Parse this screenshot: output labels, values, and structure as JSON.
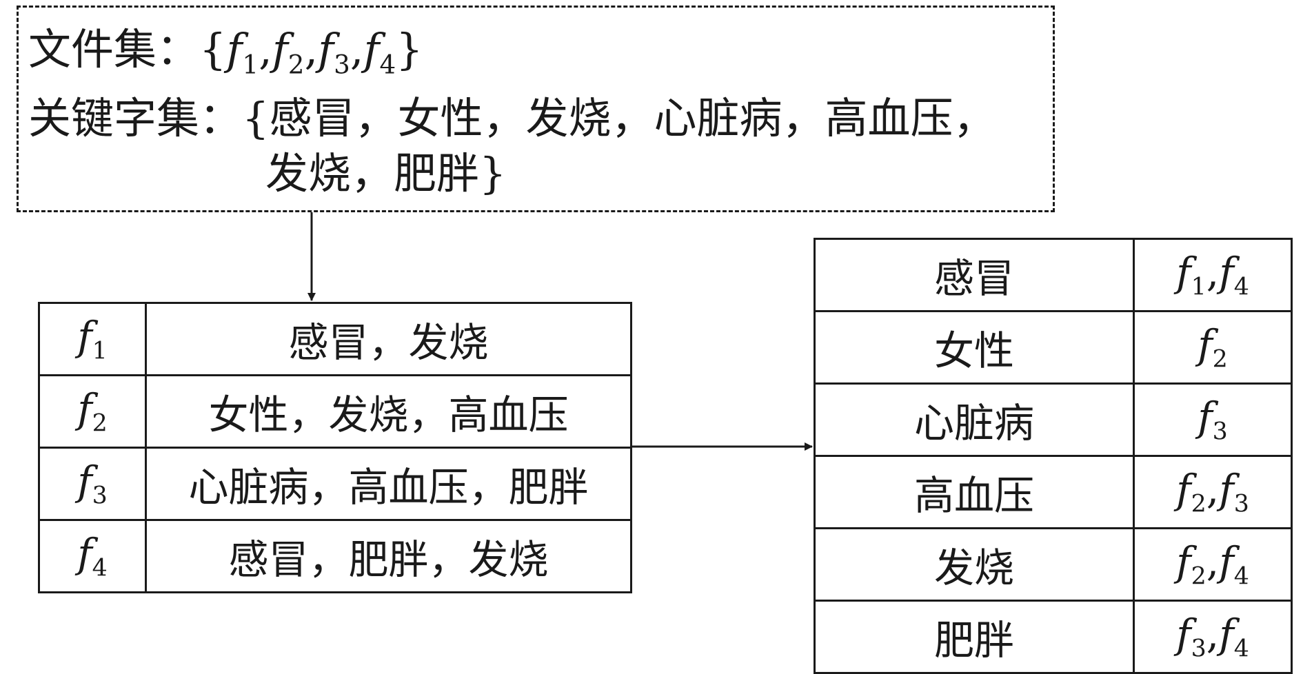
{
  "header": {
    "file_set_label": "文件集：",
    "file_set_open": "{",
    "file_set_close": "}",
    "files": [
      {
        "base": "f",
        "sub": "1"
      },
      {
        "base": "f",
        "sub": "2"
      },
      {
        "base": "f",
        "sub": "3"
      },
      {
        "base": "f",
        "sub": "4"
      }
    ],
    "keyword_set_label": "关键字集：",
    "keyword_set_line1": "{感冒，女性，发烧，心脏病，高血压，",
    "keyword_set_line2": "发烧，肥胖}"
  },
  "file_table": {
    "rows": [
      {
        "id_base": "f",
        "id_sub": "1",
        "keywords": "感冒，发烧"
      },
      {
        "id_base": "f",
        "id_sub": "2",
        "keywords": "女性，发烧，高血压"
      },
      {
        "id_base": "f",
        "id_sub": "3",
        "keywords": "心脏病，高血压，肥胖"
      },
      {
        "id_base": "f",
        "id_sub": "4",
        "keywords": "感冒，肥胖，发烧"
      }
    ]
  },
  "index_table": {
    "rows": [
      {
        "keyword": "感冒",
        "files": [
          {
            "base": "f",
            "sub": "1"
          },
          {
            "base": "f",
            "sub": "4"
          }
        ]
      },
      {
        "keyword": "女性",
        "files": [
          {
            "base": "f",
            "sub": "2"
          }
        ]
      },
      {
        "keyword": "心脏病",
        "files": [
          {
            "base": "f",
            "sub": "3"
          }
        ]
      },
      {
        "keyword": "高血压",
        "files": [
          {
            "base": "f",
            "sub": "2"
          },
          {
            "base": "f",
            "sub": "3"
          }
        ]
      },
      {
        "keyword": "发烧",
        "files": [
          {
            "base": "f",
            "sub": "2"
          },
          {
            "base": "f",
            "sub": "4"
          }
        ]
      },
      {
        "keyword": "肥胖",
        "files": [
          {
            "base": "f",
            "sub": "3"
          },
          {
            "base": "f",
            "sub": "4"
          }
        ]
      }
    ]
  },
  "colors": {
    "stroke": "#1a1a1a",
    "background": "#ffffff"
  }
}
